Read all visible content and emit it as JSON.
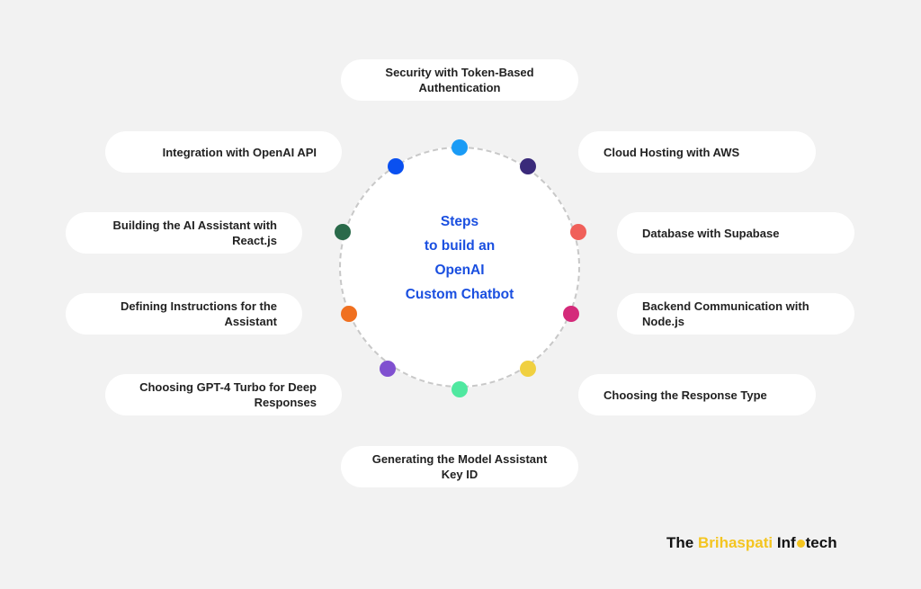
{
  "center_title": [
    "Steps",
    "to build an",
    "OpenAI",
    "Custom Chatbot"
  ],
  "steps": [
    {
      "label": "Security with Token-Based Authentication",
      "color": "#1a9bf5"
    },
    {
      "label": "Cloud Hosting with AWS",
      "color": "#3a2a7a"
    },
    {
      "label": "Database with Supabase",
      "color": "#f0605a"
    },
    {
      "label": "Backend Communication with Node.js",
      "color": "#d42a7a"
    },
    {
      "label": "Choosing the Response Type",
      "color": "#f0d040"
    },
    {
      "label": "Generating the Model Assistant Key ID",
      "color": "#50e8a0"
    },
    {
      "label": "Choosing GPT-4 Turbo for Deep Responses",
      "color": "#8050d0"
    },
    {
      "label": "Defining Instructions for the Assistant",
      "color": "#f07020"
    },
    {
      "label": "Building the AI Assistant with React.js",
      "color": "#2a6a4a"
    },
    {
      "label": "Integration with OpenAI API",
      "color": "#0a50f0"
    }
  ],
  "logo": {
    "part1": "The",
    "part2": "Brihaspati",
    "part3": "Inf",
    "part4": "tech"
  }
}
